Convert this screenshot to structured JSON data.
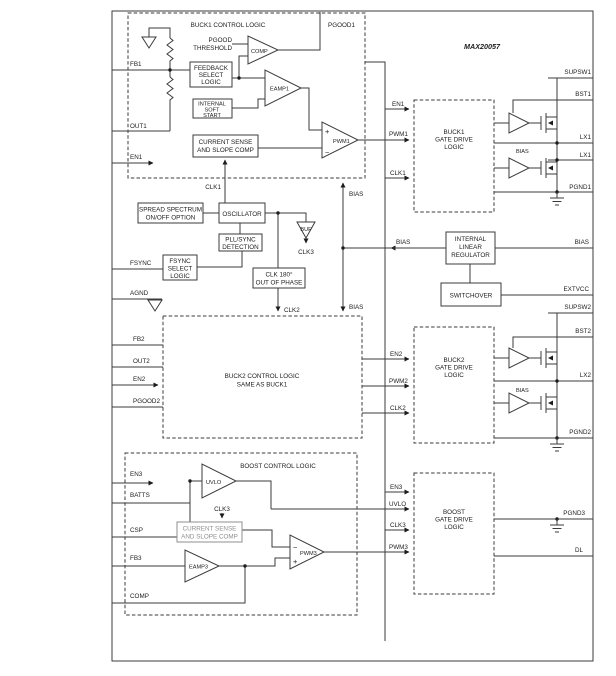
{
  "title": "MAX20057",
  "pins_left": {
    "fb1": "FB1",
    "out1": "OUT1",
    "en1": "EN1",
    "fsync": "FSYNC",
    "agnd": "AGND",
    "fb2": "FB2",
    "out2": "OUT2",
    "en2": "EN2",
    "pgood2": "PGOOD2",
    "en3": "EN3",
    "batts": "BATTS",
    "csp": "CSP",
    "fb3": "FB3",
    "comp": "COMP"
  },
  "pins_right": {
    "supsw1": "SUPSW1",
    "bst1": "BST1",
    "lx1a": "LX1",
    "lx1b": "LX1",
    "pgnd1": "PGND1",
    "bias": "BIAS",
    "extvcc": "EXTVCC",
    "supsw2": "SUPSW2",
    "bst2": "BST2",
    "lx2": "LX2",
    "pgnd2": "PGND2",
    "pgnd3": "PGND3",
    "dl": "DL"
  },
  "buck1": {
    "title": "BUCK1 CONTROL LOGIC",
    "pgood1": "PGOOD1",
    "pgood_l1": "PGOOD",
    "pgood_l2": "THRESHOLD",
    "comp": "COMP",
    "fb_l1": "FEEDBACK",
    "fb_l2": "SELECT",
    "fb_l3": "LOGIC",
    "ss_l1": "INTERNAL",
    "ss_l2": "SOFT",
    "ss_l3": "START",
    "eamp": "EAMP1",
    "cs_l1": "CURRENT SENSE",
    "cs_l2": "AND SLOPE COMP",
    "pwm": "PWM1",
    "plus": "+",
    "minus": "−"
  },
  "clock": {
    "clk1": "CLK1",
    "ss_l1": "SPREAD SPECTRUM",
    "ss_l2": "ON/OFF OPTION",
    "osc": "OSCILLATOR",
    "pll_l1": "PLL/SYNC",
    "pll_l2": "DETECTION",
    "fsync_l1": "FSYNC",
    "fsync_l2": "SELECT",
    "fsync_l3": "LOGIC",
    "buf": "BUF",
    "clk3": "CLK3",
    "c180_l1": "CLK 180°",
    "c180_l2": "OUT OF PHASE",
    "clk2": "CLK2",
    "bias_top": "BIAS",
    "bias_bot": "BIAS"
  },
  "buck2": {
    "l1": "BUCK2 CONTROL LOGIC",
    "l2": "SAME AS BUCK1"
  },
  "boost": {
    "title": "BOOST CONTROL LOGIC",
    "uvlo": "UVLO",
    "clk3": "CLK3",
    "cs_l1": "CURRENT SENSE",
    "cs_l2": "AND SLOPE COMP",
    "eamp": "EAMP3",
    "pwm": "PWM3",
    "plus": "+",
    "minus": "−"
  },
  "right": {
    "buck1_sig": {
      "en": "EN1",
      "pwm": "PWM1",
      "clk": "CLK1"
    },
    "buck1_gd": {
      "l1": "BUCK1",
      "l2": "GATE DRIVE",
      "l3": "LOGIC"
    },
    "bias_left": "BIAS",
    "bias_fet1": "BIAS",
    "bias_fet2": "BIAS",
    "ilr": {
      "l1": "INTERNAL",
      "l2": "LINEAR",
      "l3": "REGULATOR"
    },
    "switchover": "SWITCHOVER",
    "buck2_sig": {
      "en": "EN2",
      "pwm": "PWM2",
      "clk": "CLK2"
    },
    "buck2_gd": {
      "l1": "BUCK2",
      "l2": "GATE DRIVE",
      "l3": "LOGIC"
    },
    "boost_sig": {
      "en": "EN3",
      "uvlo": "UVLO",
      "clk": "CLK3",
      "pwm": "PWM3"
    },
    "boost_gd": {
      "l1": "BOOST",
      "l2": "GATE DRIVE",
      "l3": "LOGIC"
    }
  }
}
